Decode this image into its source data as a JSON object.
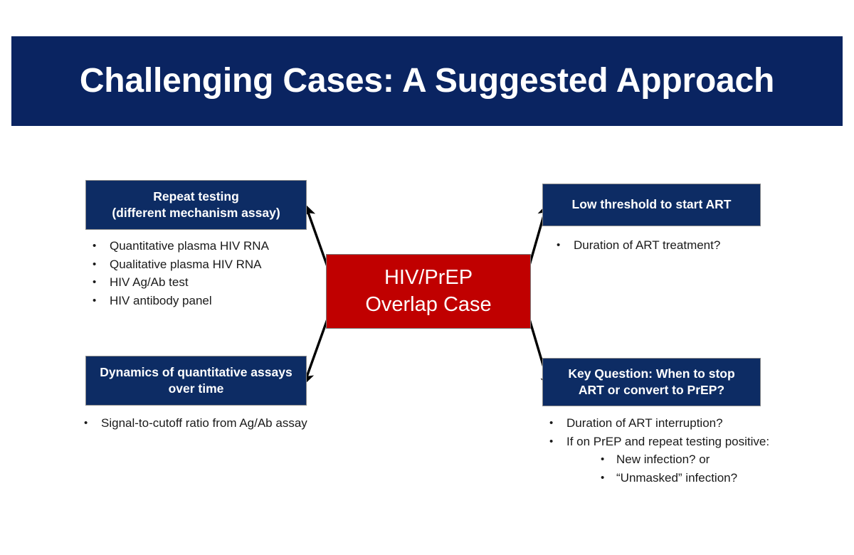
{
  "slide": {
    "title": "Challenging Cases: A Suggested Approach",
    "background_color": "#FFFFFF"
  },
  "colors": {
    "navy": "#0D2C64",
    "title_navy": "#0A2461",
    "red": "#C00000",
    "text_dark": "#1A1A1A",
    "text_light": "#FFFFFF"
  },
  "center": {
    "line1": "HIV/PrEP",
    "line2": "Overlap Case"
  },
  "boxes": {
    "top_left": {
      "line1": "Repeat testing",
      "line2": "(different mechanism assay)"
    },
    "bottom_left": {
      "line1": "Dynamics of quantitative assays",
      "line2": "over time"
    },
    "top_right": {
      "line1": "Low threshold to start ART",
      "line2": ""
    },
    "bottom_right": {
      "line1": "Key Question: When to stop",
      "line2": "ART or convert to PrEP?"
    }
  },
  "bullets": {
    "marker": "•",
    "top_left": [
      "Quantitative plasma HIV RNA",
      "Qualitative plasma HIV RNA",
      "HIV Ag/Ab test",
      "HIV antibody panel"
    ],
    "bottom_left": [
      "Signal-to-cutoff ratio from Ag/Ab assay"
    ],
    "top_right": [
      "Duration of ART treatment?"
    ],
    "bottom_right": [
      "Duration of ART interruption?",
      "If on PrEP and repeat testing positive:"
    ],
    "bottom_right_sub": [
      "New infection? or",
      "“Unmasked” infection?"
    ]
  }
}
